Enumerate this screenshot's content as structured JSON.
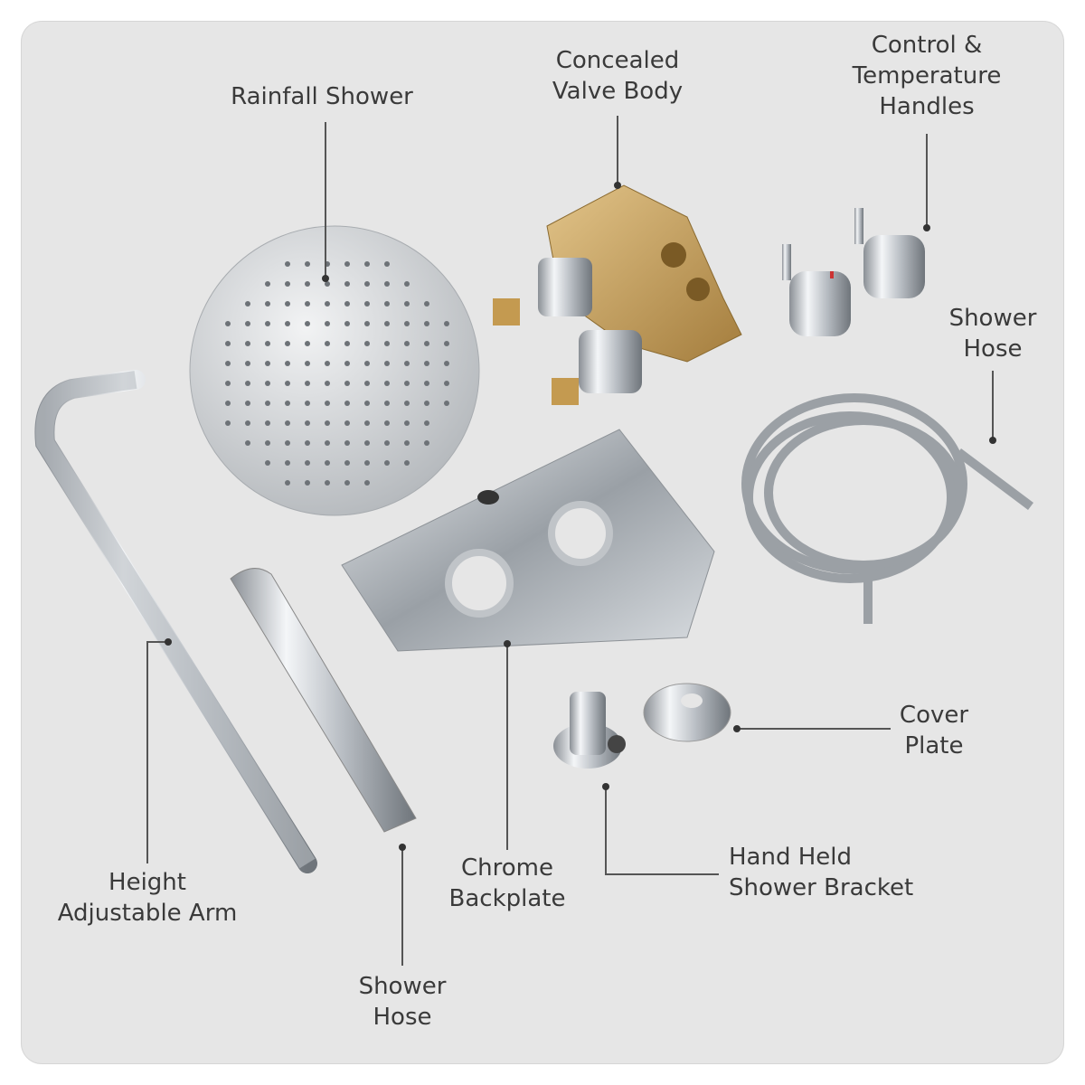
{
  "labels": {
    "rainfall_shower": [
      "Rainfall Shower"
    ],
    "valve_body": [
      "Concealed",
      "Valve Body"
    ],
    "handles": [
      "Control &",
      "Temperature",
      "Handles"
    ],
    "shower_hose_right": [
      "Shower",
      "Hose"
    ],
    "cover_plate": [
      "Cover",
      "Plate"
    ],
    "bracket": [
      "Hand Held",
      "Shower Bracket"
    ],
    "backplate": [
      "Chrome",
      "Backplate"
    ],
    "arm": [
      "Height",
      "Adjustable Arm"
    ],
    "shower_hose_bottom": [
      "Shower",
      "Hose"
    ]
  },
  "colors": {
    "panel": "#e6e6e6",
    "text": "#3a3a3a",
    "line": "#555555",
    "brass": "#c9a15a",
    "chrome": "#c8ccd0"
  }
}
